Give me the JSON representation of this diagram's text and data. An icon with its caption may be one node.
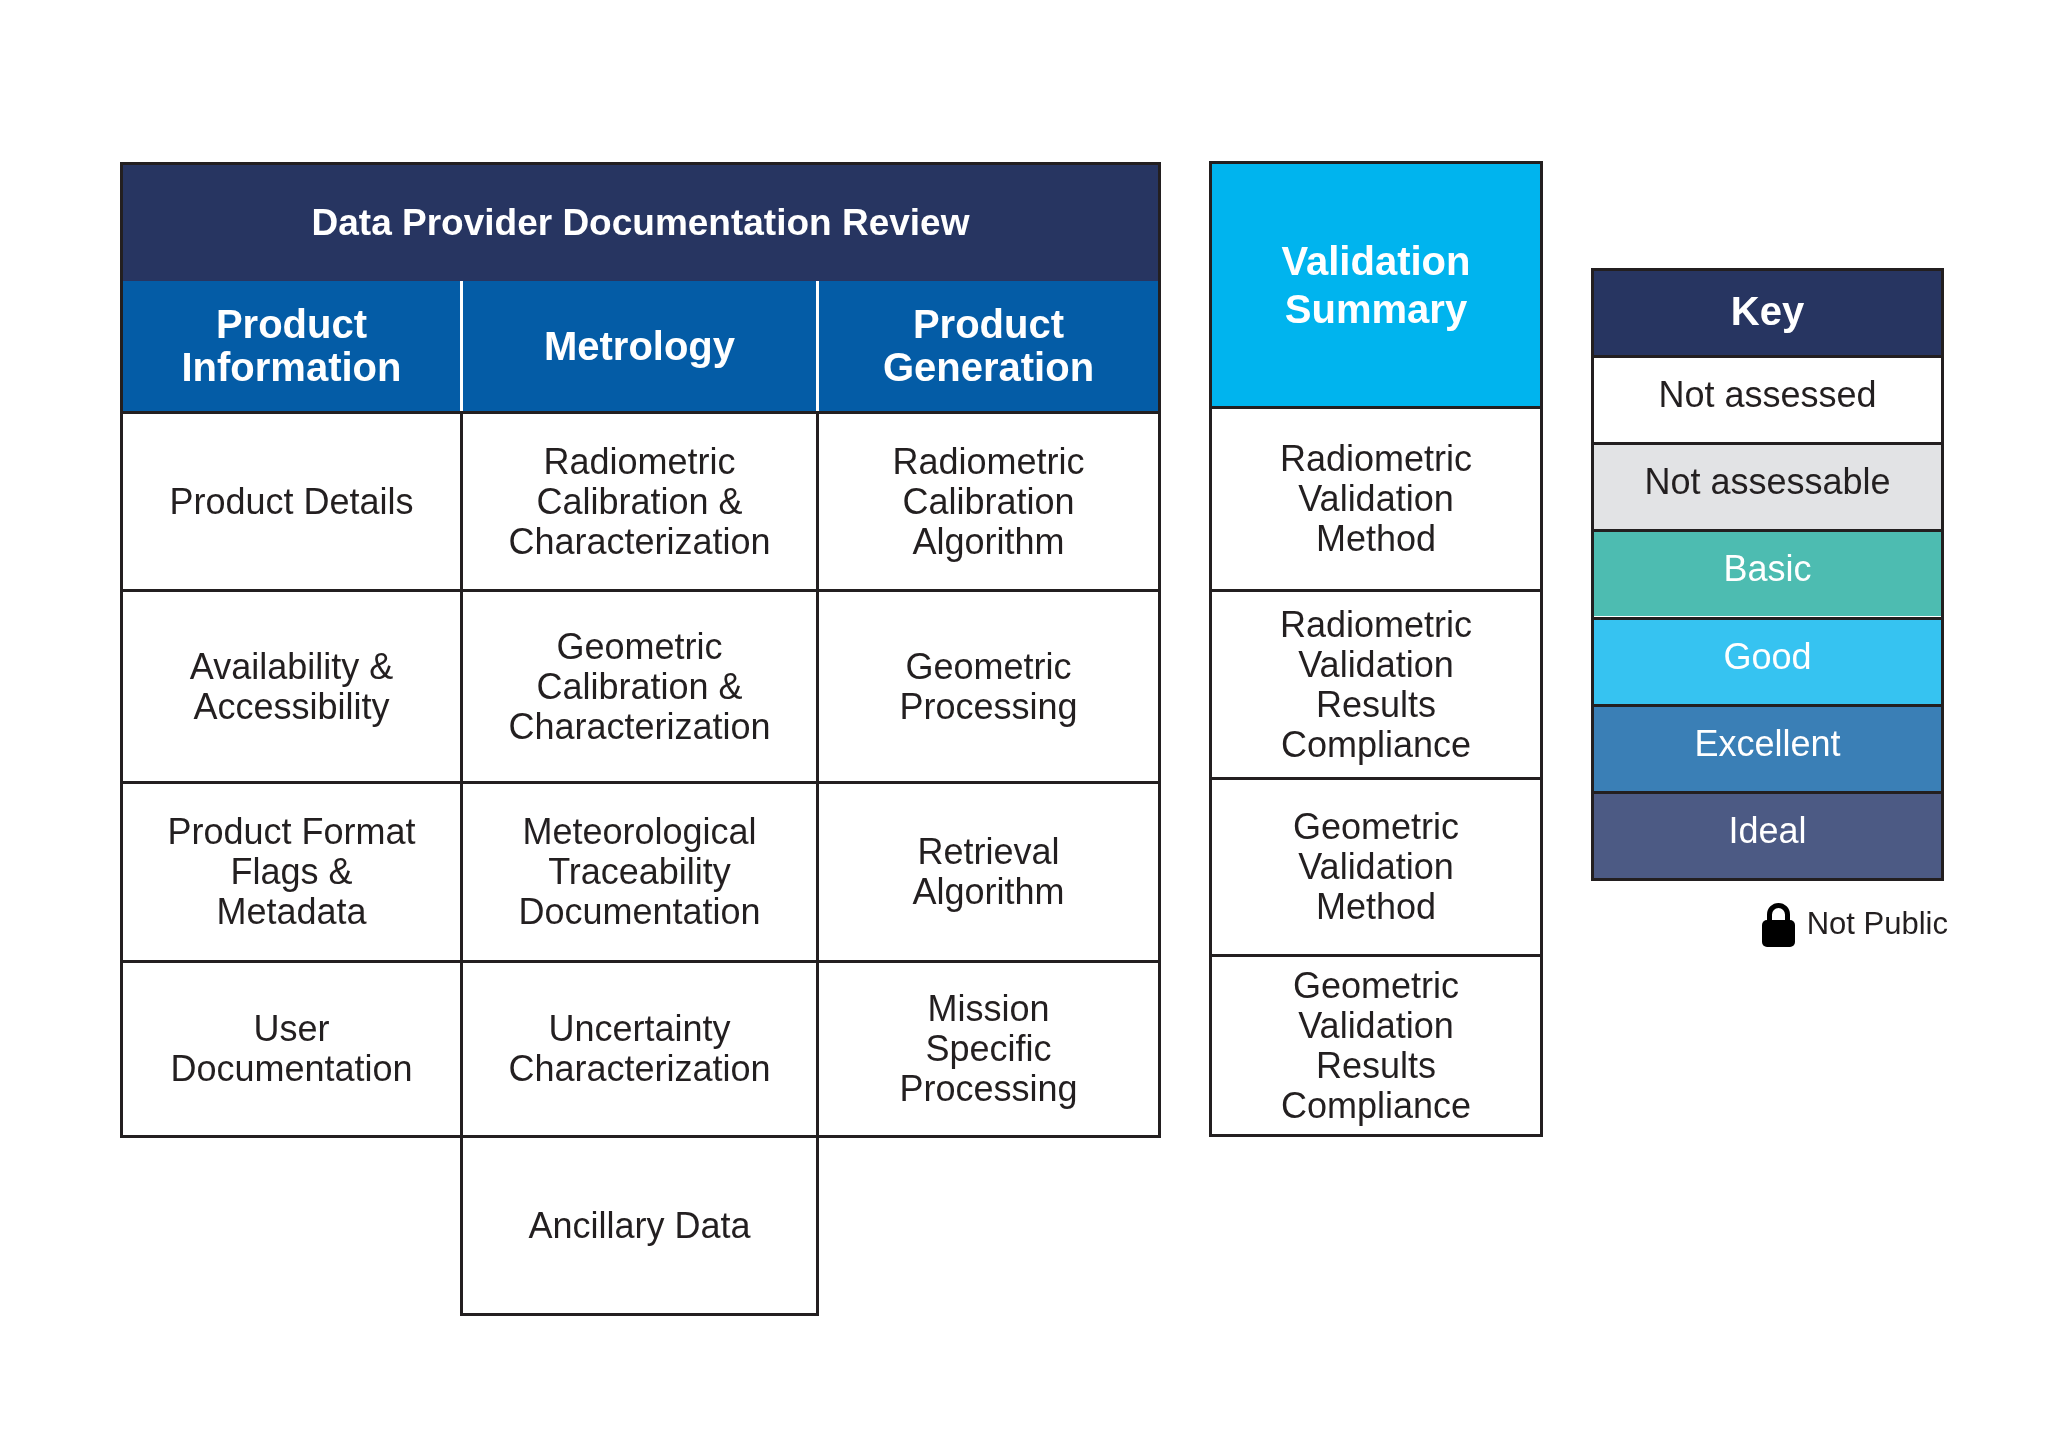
{
  "diagram": {
    "nodes": [
      {
        "text": [
          "Data Provider Documentation Review"
        ]
      },
      {
        "text": [
          "Product Information"
        ],
        "in": 0
      },
      {
        "text": [
          "Metrology"
        ],
        "in": 0
      },
      {
        "text": [
          "Product Generation"
        ],
        "in": 0
      },
      {
        "text": [
          "Product Details"
        ],
        "in": 0
      },
      {
        "text": [
          "Radiometric Calibration & Characterization"
        ],
        "in": 0
      },
      {
        "text": [
          "Radiometric Calibration Algorithm"
        ],
        "in": 0
      },
      {
        "text": [
          "Availability & Accessibility"
        ],
        "in": 0
      },
      {
        "text": [
          "Geometric Calibration & Characterization"
        ],
        "in": 0
      },
      {
        "text": [
          "Geometric Processing"
        ],
        "in": 0
      },
      {
        "text": [
          "Product Format Flags & Metadata"
        ],
        "in": 0
      },
      {
        "text": [
          "Meteorological Traceability Documentation"
        ],
        "in": 0
      },
      {
        "text": [
          "Retrieval Algorithm"
        ],
        "in": 0
      },
      {
        "text": [
          "User Documentation"
        ],
        "in": 0
      },
      {
        "text": [
          "Uncertainty Characterization"
        ],
        "in": 0
      },
      {
        "text": [
          "Mission Specific Processing"
        ],
        "in": 0
      },
      {
        "text": [
          "Ancillary Data"
        ]
      },
      {
        "text": [
          "Validation Summary"
        ]
      },
      {
        "text": [
          "Radiometric Validation Method"
        ],
        "in": 17
      },
      {
        "text": [
          "Radiometric Validation Results Compliance"
        ],
        "in": 17
      },
      {
        "text": [
          "Geometric Validation Method"
        ],
        "in": 17
      },
      {
        "text": [
          "Geometric Validation Results Compliance"
        ],
        "in": 17
      }
    ],
    "labels": [
      "Key"
    ],
    "legend": [
      {
        "text": "Not assessed",
        "color": "#ffffff"
      },
      {
        "text": "Not assessable",
        "color": "#e2e3e5"
      },
      {
        "text": "Basic",
        "color": "#4dbcb1"
      },
      {
        "text": "Good",
        "color": "#36c3f1"
      },
      {
        "text": "Excellent",
        "color": "#3a7fb6"
      },
      {
        "text": "Ideal",
        "color": "#4c5a84"
      },
      {
        "text": "Not Public"
      }
    ]
  }
}
